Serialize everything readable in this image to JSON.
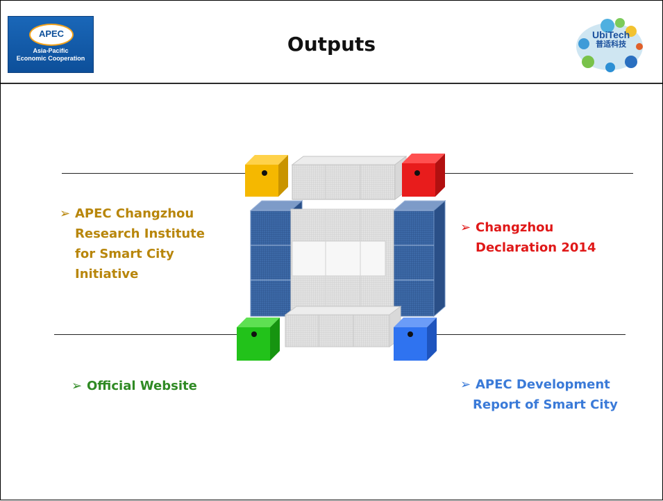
{
  "header": {
    "title": "Outputs",
    "apec_logo": {
      "mark": "APEC",
      "subtitle_line1": "Asia-Pacific",
      "subtitle_line2": "Economic Cooperation"
    },
    "ubitech_logo": {
      "name": "UbiTech",
      "chinese": "普适科技"
    }
  },
  "outputs": [
    {
      "id": "research-institute",
      "arrow": "➢",
      "lines": [
        "APEC Changzhou",
        "Research Institute",
        "for Smart City",
        "Initiative"
      ],
      "color": "#b8860b",
      "cube_color": "#f5b800"
    },
    {
      "id": "declaration",
      "arrow": "➢",
      "lines": [
        "Changzhou",
        "Declaration 2014"
      ],
      "color": "#e01818",
      "cube_color": "#e81c1c"
    },
    {
      "id": "website",
      "arrow": "➢",
      "lines": [
        "Official Website"
      ],
      "color": "#2f8a24",
      "cube_color": "#22c21a"
    },
    {
      "id": "development-report",
      "arrow": "➢",
      "lines": [
        "APEC Development",
        "Report of Smart City"
      ],
      "color": "#3a7ad8",
      "cube_color": "#2f73f0"
    }
  ],
  "colors": {
    "blue_pillar": "#2d5c9e",
    "grey_block": "#d5d5d5",
    "white_face": "#f4f4f4"
  }
}
